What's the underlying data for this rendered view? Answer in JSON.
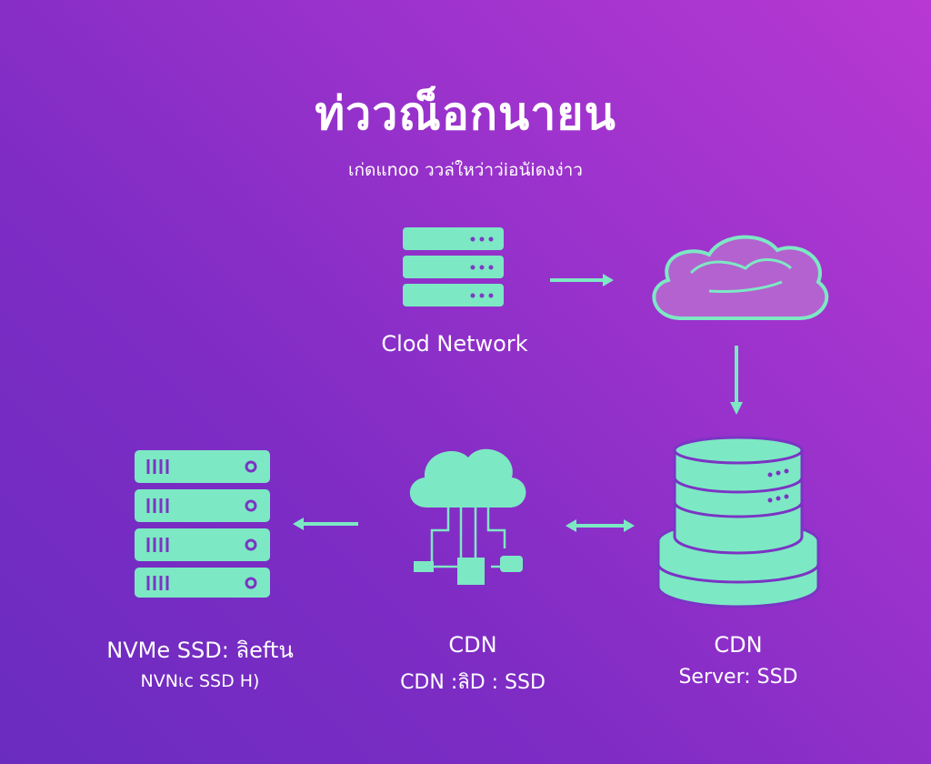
{
  "title": "ท่ววณ็อกนายน",
  "subtitle": "เก่ดแnoo ววล่ใหว่าว่iอนัiดงง่าว",
  "nodes": {
    "cloud_network": {
      "label": "Clod Network"
    },
    "nvme": {
      "label": "NVMe SSD: ลิeftน",
      "sublabel": "NVNเc SSD H)"
    },
    "cdn": {
      "label": "CDN",
      "sublabel": "CDN :ลิD : SSD"
    },
    "server": {
      "label": "CDN",
      "sublabel": "Server: SSD"
    }
  },
  "colors": {
    "accent": "#7de8c4",
    "bg_top": "#b838d2",
    "bg_bottom": "#6a2cbf"
  }
}
